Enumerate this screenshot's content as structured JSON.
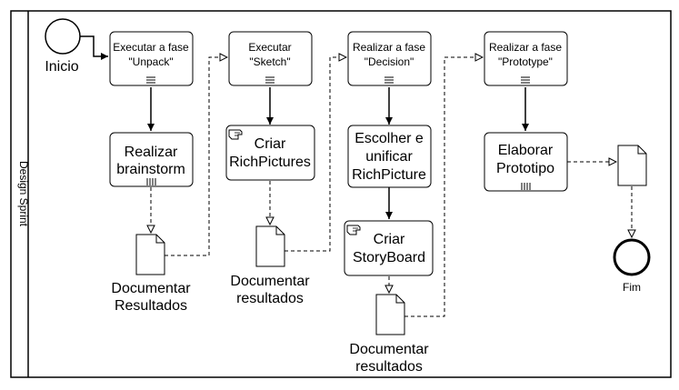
{
  "pool": {
    "lane_label": "Design Sprint"
  },
  "start_event": {
    "label": "Inicio"
  },
  "end_event": {
    "label": "Fim"
  },
  "tasks": {
    "unpack": {
      "line1": "Executar a fase",
      "line2": "\"Unpack\""
    },
    "sketch": {
      "line1": "Executar",
      "line2": "\"Sketch\""
    },
    "decision": {
      "line1": "Realizar a fase",
      "line2": "\"Decision\""
    },
    "prototype": {
      "line1": "Realizar a fase",
      "line2": "\"Prototype\""
    },
    "brainstorm": {
      "line1": "Realizar",
      "line2": "brainstorm"
    },
    "richpictures": {
      "line1": "Criar",
      "line2": "RichPictures"
    },
    "choose": {
      "line1": "Escolher e",
      "line2": "unificar",
      "line3": "RichPicture"
    },
    "storyboard": {
      "line1": "Criar",
      "line2": "StoryBoard"
    },
    "elaborate": {
      "line1": "Elaborar",
      "line2": "Prototipo"
    }
  },
  "documents": {
    "doc1": {
      "line1": "Documentar",
      "line2": "Resultados"
    },
    "doc2": {
      "line1": "Documentar",
      "line2": "resultados"
    },
    "doc3": {
      "line1": "Documentar",
      "line2": "resultados"
    }
  }
}
